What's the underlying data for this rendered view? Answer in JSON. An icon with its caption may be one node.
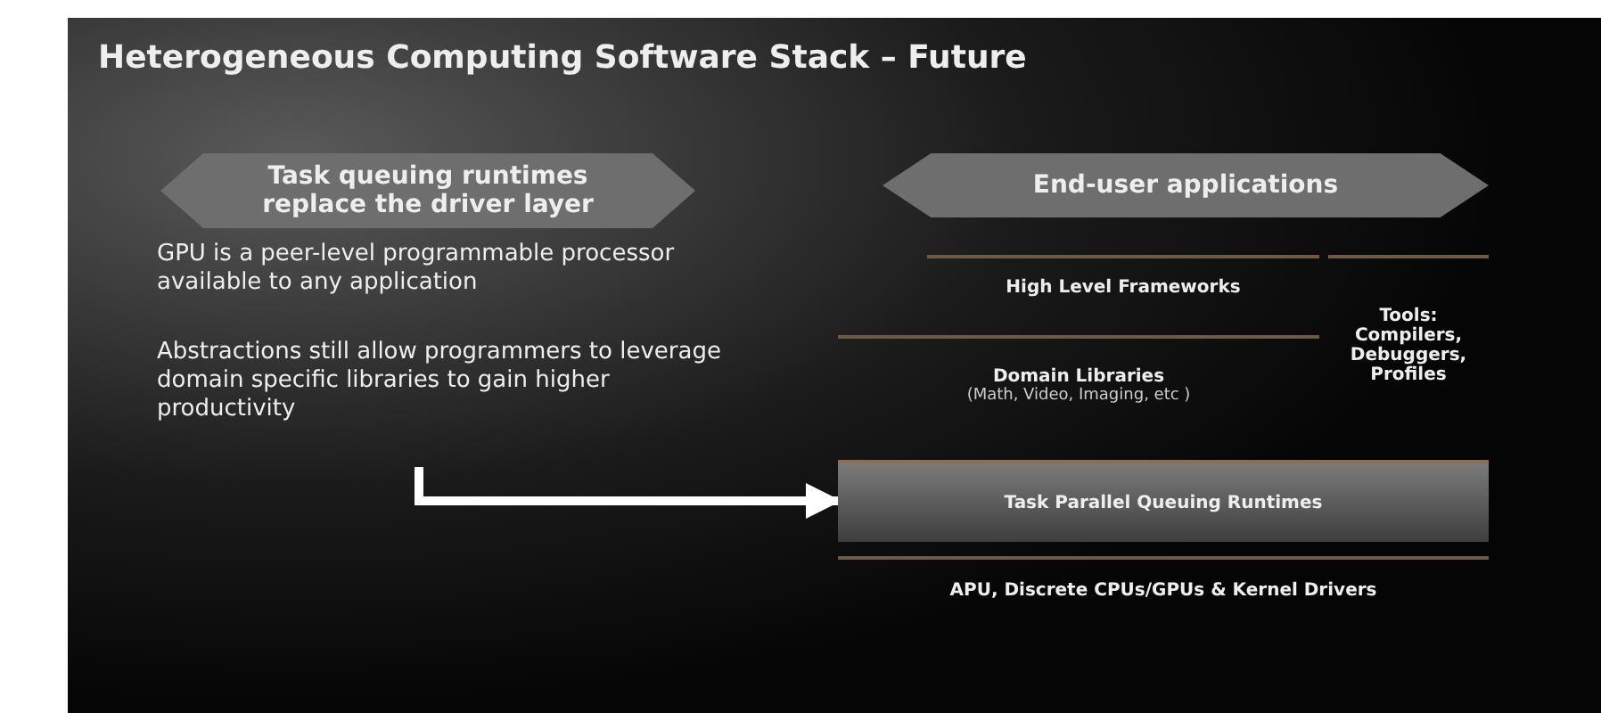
{
  "diagram": {
    "title": "Heterogeneous Computing Software Stack – Future",
    "nodes": [
      {
        "text": [
          "Task queuing runtimes replace the driver layer"
        ]
      },
      {
        "text": [
          "End-user applications"
        ]
      },
      {
        "text": [
          "High Level Frameworks"
        ]
      },
      {
        "text": [
          "Tools: Compilers, Debuggers, Profiles"
        ]
      },
      {
        "text": [
          "Domain Libraries",
          "(Math, Video, Imaging, etc )"
        ]
      },
      {
        "text": [
          "Task Parallel Queuing Runtimes"
        ]
      },
      {
        "text": [
          "APU, Discrete CPUs/GPUs & Kernel Drivers"
        ]
      }
    ],
    "edges": [
      {
        "from": null,
        "to": 5,
        "arrow": "to"
      }
    ],
    "labels": [
      "GPU is a peer-level programmable processor available to any application",
      "Abstractions still allow programmers to leverage domain specific libraries to gain higher productivity"
    ]
  }
}
